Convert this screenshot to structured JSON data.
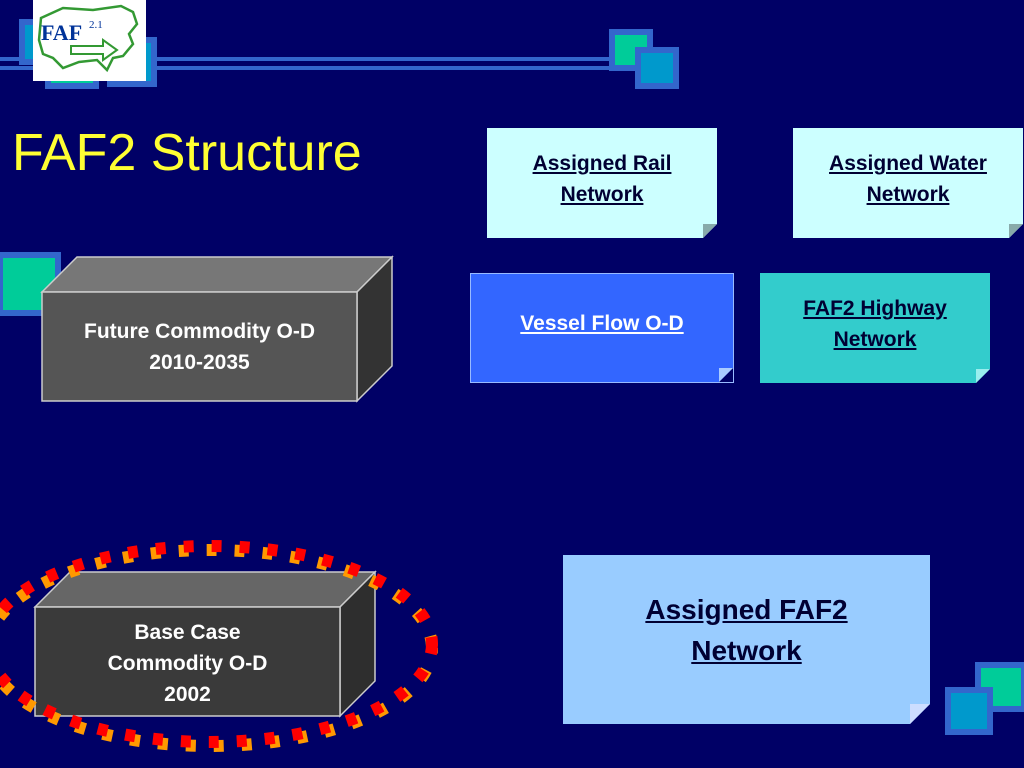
{
  "title": "FAF2 Structure",
  "logo": {
    "text": "FAF",
    "version": "2.1"
  },
  "colors": {
    "background": "#000066",
    "title": "#ffff33",
    "note_light_cyan": "#ccffff",
    "note_blue": "#3366ff",
    "note_teal": "#33cccc",
    "note_light_blue": "#99ccff",
    "box_front": "#555555",
    "accent_teal": "#00cc99",
    "accent_blue": "#0099cc",
    "dash_red": "#ff0000",
    "dash_orange": "#ff9900"
  },
  "nodes": {
    "rail": {
      "line1": "Assigned Rail",
      "line2": "Network"
    },
    "water": {
      "line1": "Assigned Water",
      "line2": "Network"
    },
    "vessel": {
      "line1": "Vessel Flow O-D"
    },
    "highway": {
      "line1": "FAF2 Highway",
      "line2": "Network"
    },
    "faf": {
      "line1": "Assigned FAF2",
      "line2": "Network"
    },
    "future": {
      "line1": "Future Commodity O-D",
      "line2": "2010-2035"
    },
    "base": {
      "line1": "Base Case",
      "line2": "Commodity O-D",
      "line3": "2002"
    }
  }
}
